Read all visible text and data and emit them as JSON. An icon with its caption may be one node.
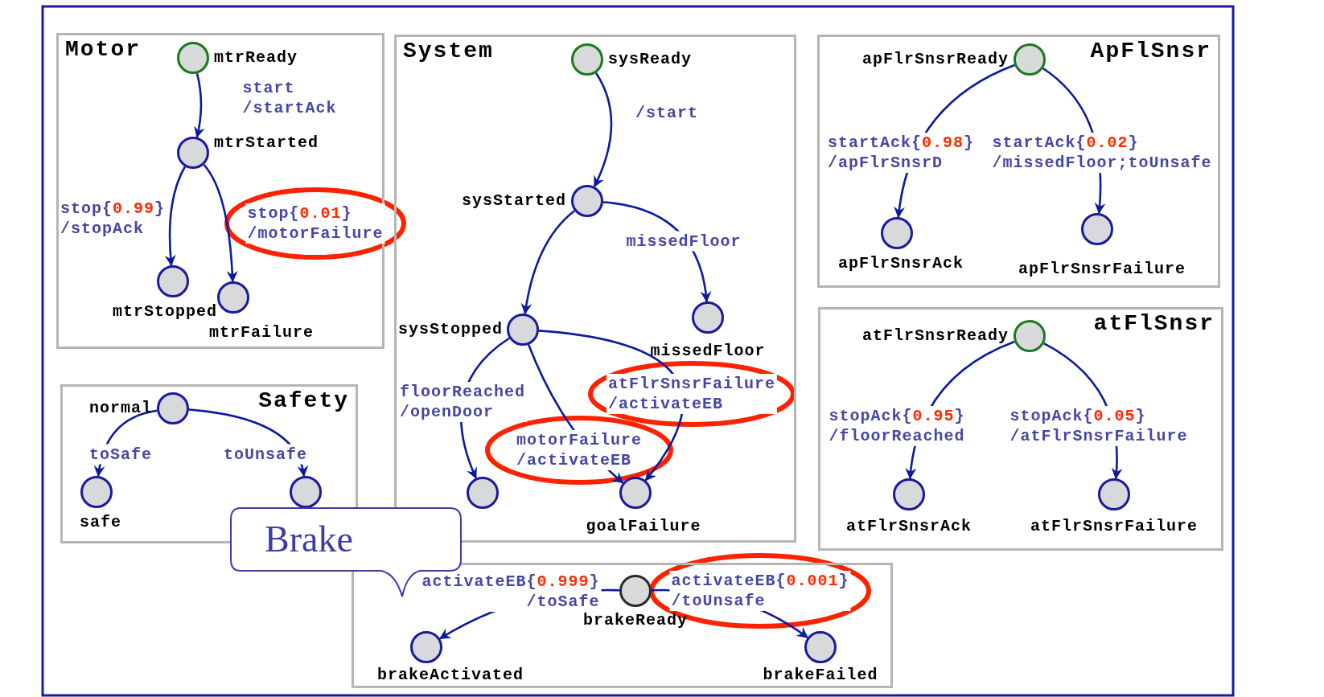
{
  "diagram": {
    "nodes": [
      {
        "text": [
          "Motor"
        ]
      },
      {
        "text": [
          "mtrReady"
        ],
        "in": 0
      },
      {
        "text": [
          "mtrStarted"
        ],
        "in": 0
      },
      {
        "text": [
          "mtrStopped"
        ],
        "in": 0
      },
      {
        "text": [
          "mtrFailure"
        ],
        "in": 0
      },
      {
        "text": [
          "System"
        ]
      },
      {
        "text": [
          "sysReady"
        ],
        "in": 5
      },
      {
        "text": [
          "sysStarted"
        ],
        "in": 5
      },
      {
        "text": [
          "sysStopped"
        ],
        "in": 5
      },
      {
        "text": [
          "missedFloor"
        ],
        "in": 5
      },
      {
        "text": [],
        "shape": "circle",
        "in": 5
      },
      {
        "text": [
          "goalFailure"
        ],
        "in": 5
      },
      {
        "text": [
          "ApFlSnsr"
        ]
      },
      {
        "text": [
          "apFlrSnsrReady"
        ],
        "in": 12
      },
      {
        "text": [
          "apFlrSnsrAck"
        ],
        "in": 12
      },
      {
        "text": [
          "apFlrSnsrFailure"
        ],
        "in": 12
      },
      {
        "text": [
          "atFlSnsr"
        ]
      },
      {
        "text": [
          "atFlrSnsrReady"
        ],
        "in": 16
      },
      {
        "text": [
          "atFlrSnsrAck"
        ],
        "in": 16
      },
      {
        "text": [
          "atFlrSnsrFailure"
        ],
        "in": 16
      },
      {
        "text": [
          "Safety"
        ]
      },
      {
        "text": [
          "normal"
        ],
        "in": 20
      },
      {
        "text": [
          "safe"
        ],
        "in": 20
      },
      {
        "text": [],
        "shape": "circle",
        "in": 20
      },
      {
        "text": [
          "Brake"
        ]
      },
      {
        "text": [],
        "shape": "box"
      },
      {
        "text": [
          "brakeReady"
        ],
        "in": 25
      },
      {
        "text": [
          "brakeActivated"
        ],
        "in": 25
      },
      {
        "text": [
          "brakeFailed"
        ],
        "in": 25
      }
    ],
    "edges": [
      {
        "from": 1,
        "to": 2,
        "arrow": "to",
        "label": "start /startAck"
      },
      {
        "from": 2,
        "to": 3,
        "arrow": "to",
        "label": "stop{0.99} /stopAck"
      },
      {
        "from": 2,
        "to": 4,
        "arrow": "to",
        "label": "stop{0.01} /motorFailure"
      },
      {
        "from": 6,
        "to": 7,
        "arrow": "to",
        "label": "/start"
      },
      {
        "from": 7,
        "to": 9,
        "arrow": "to",
        "label": "missedFloor"
      },
      {
        "from": 7,
        "to": 8,
        "arrow": "to"
      },
      {
        "from": 8,
        "to": 10,
        "arrow": "to",
        "label": "floorReached /openDoor"
      },
      {
        "from": 8,
        "to": 11,
        "arrow": "to",
        "label": "motorFailure /activateEB"
      },
      {
        "from": 8,
        "to": 11,
        "arrow": "to",
        "label": "atFlrSnsrFailure /activateEB"
      },
      {
        "from": 13,
        "to": 14,
        "arrow": "to",
        "label": "startAck{0.98} /apFlrSnsrD"
      },
      {
        "from": 13,
        "to": 15,
        "arrow": "to",
        "label": "startAck{0.02} /missedFloor;toUnsafe"
      },
      {
        "from": 17,
        "to": 18,
        "arrow": "to",
        "label": "stopAck{0.95} /floorReached"
      },
      {
        "from": 17,
        "to": 19,
        "arrow": "to",
        "label": "stopAck{0.05} /atFlrSnsrFailure"
      },
      {
        "from": 21,
        "to": 22,
        "arrow": "to",
        "label": "toSafe"
      },
      {
        "from": 21,
        "to": 23,
        "arrow": "to",
        "label": "toUnsafe"
      },
      {
        "from": 26,
        "to": 27,
        "arrow": "to",
        "label": "activateEB{0.999} /toSafe"
      },
      {
        "from": 26,
        "to": 28,
        "arrow": "to",
        "label": "activateEB{0.001} /toUnsafe"
      }
    ]
  }
}
